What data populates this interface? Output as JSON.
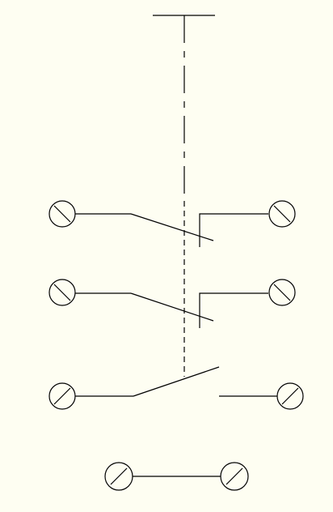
{
  "diagram": {
    "type": "switch-schematic",
    "colors": {
      "background": "#fefef2",
      "stroke": "#000000"
    },
    "components": [
      {
        "kind": "pushbutton-actuator",
        "icon": "t-head-actuator"
      },
      {
        "kind": "normally-closed-contact",
        "terminals": 2
      },
      {
        "kind": "normally-closed-contact",
        "terminals": 2
      },
      {
        "kind": "normally-open-contact",
        "terminals": 2
      },
      {
        "kind": "bridged-terminals",
        "terminals": 2
      }
    ],
    "terminal_icon": "screw-terminal-icon"
  }
}
